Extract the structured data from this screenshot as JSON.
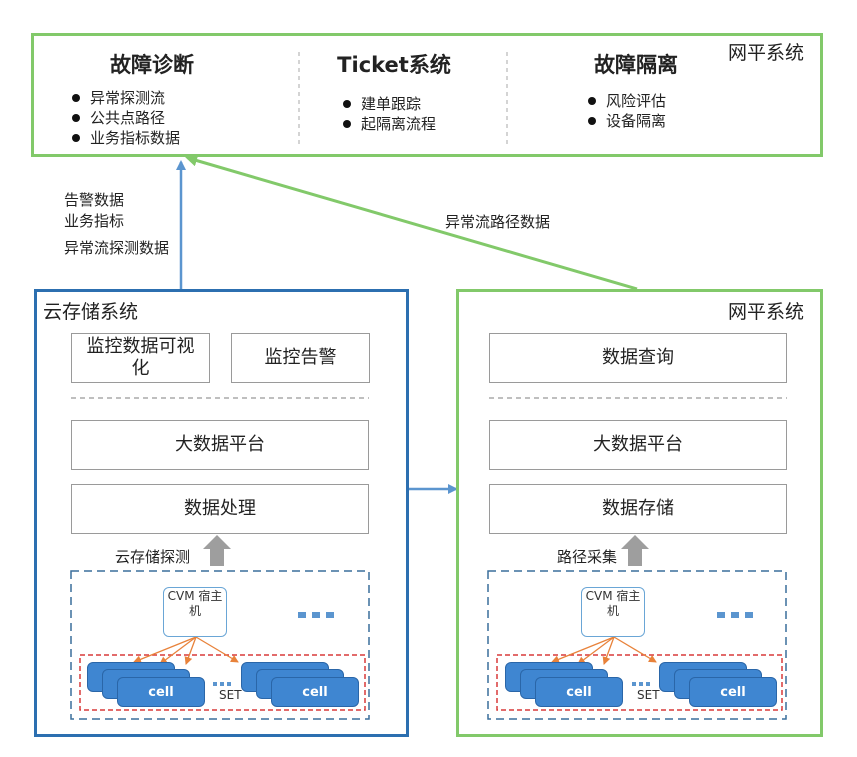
{
  "top_panel": {
    "system_label": "网平系统",
    "sections": [
      {
        "title": "故障诊断",
        "items": [
          "异常探测流",
          "公共点路径",
          "业务指标数据"
        ]
      },
      {
        "title": "Ticket系统",
        "items": [
          "建单跟踪",
          "起隔离流程"
        ]
      },
      {
        "title": "故障隔离",
        "items": [
          "风险评估",
          "设备隔离"
        ]
      }
    ]
  },
  "left_arrow_labels": [
    "告警数据",
    "业务指标",
    "异常流探测数据"
  ],
  "diagonal_arrow_label": "异常流路径数据",
  "left_panel": {
    "system_label": "云存储系统",
    "box_visualization": "监控数据可视化",
    "box_alert": "监控告警",
    "box_bigdata": "大数据平台",
    "box_processing": "数据处理",
    "probe_label": "云存储探测",
    "cvm_label": "CVM 宿主 机",
    "cell_label": "cell",
    "set_label": "SET"
  },
  "right_panel": {
    "system_label": "网平系统",
    "box_query": "数据查询",
    "box_bigdata": "大数据平台",
    "box_storage": "数据存储",
    "collect_label": "路径采集",
    "cvm_label": "CVM 宿主 机",
    "cell_label": "cell",
    "set_label": "SET"
  },
  "colors": {
    "green": "#82c96a",
    "blue": "#2c6fb0",
    "arrow_blue": "#5b95cf",
    "orange": "#e8823a",
    "cell_blue": "#3f86d1",
    "red_dashed": "#d93a3a"
  }
}
